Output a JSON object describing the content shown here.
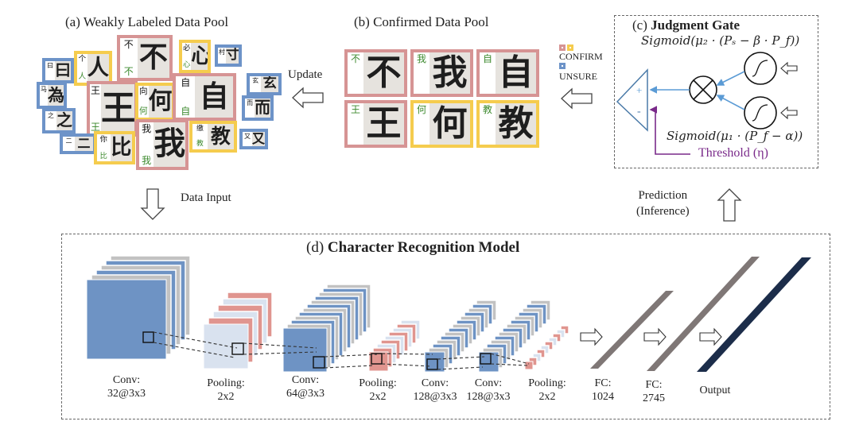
{
  "panel_a": {
    "title_prefix": "(a)",
    "title": "Weakly Labeled Data Pool",
    "tiles": [
      {
        "orig": "曰",
        "pred": "",
        "glyph": "曰",
        "status": "unsure"
      },
      {
        "orig": "个",
        "pred": "人",
        "glyph": "人",
        "status": "confirm_yellow"
      },
      {
        "orig": "不",
        "pred": "不",
        "glyph": "不",
        "status": "confirm_red"
      },
      {
        "orig": "必",
        "pred": "心",
        "glyph": "心",
        "status": "confirm_yellow"
      },
      {
        "orig": "村",
        "pred": "",
        "glyph": "寸",
        "status": "unsure"
      },
      {
        "orig": "马",
        "pred": "",
        "glyph": "為",
        "status": "unsure"
      },
      {
        "orig": "王",
        "pred": "王",
        "glyph": "王",
        "status": "confirm_red"
      },
      {
        "orig": "向",
        "pred": "何",
        "glyph": "何",
        "status": "confirm_yellow"
      },
      {
        "orig": "自",
        "pred": "自",
        "glyph": "自",
        "status": "confirm_red"
      },
      {
        "orig": "玄",
        "pred": "",
        "glyph": "玄",
        "status": "unsure"
      },
      {
        "orig": "之",
        "pred": "",
        "glyph": "之",
        "status": "unsure"
      },
      {
        "orig": "而",
        "pred": "",
        "glyph": "而",
        "status": "unsure"
      },
      {
        "orig": "二",
        "pred": "",
        "glyph": "二",
        "status": "unsure"
      },
      {
        "orig": "你",
        "pred": "比",
        "glyph": "比",
        "status": "confirm_yellow"
      },
      {
        "orig": "我",
        "pred": "我",
        "glyph": "我",
        "status": "confirm_red"
      },
      {
        "orig": "缴",
        "pred": "教",
        "glyph": "教",
        "status": "confirm_yellow"
      },
      {
        "orig": "又",
        "pred": "",
        "glyph": "又",
        "status": "unsure"
      }
    ]
  },
  "update_label": "Update",
  "panel_b": {
    "title_prefix": "(b)",
    "title": "Confirmed Data Pool",
    "tiles": [
      {
        "pred": "不",
        "glyph": "不",
        "status": "confirm_red"
      },
      {
        "pred": "我",
        "glyph": "我",
        "status": "confirm_red"
      },
      {
        "pred": "自",
        "glyph": "自",
        "status": "confirm_red"
      },
      {
        "pred": "王",
        "glyph": "王",
        "status": "confirm_red"
      },
      {
        "pred": "何",
        "glyph": "何",
        "status": "confirm_yellow"
      },
      {
        "pred": "教",
        "glyph": "教",
        "status": "confirm_yellow"
      }
    ]
  },
  "legend": {
    "confirm": "CONFIRM",
    "unsure": "UNSURE",
    "colors": {
      "confirm_red": "#d69494",
      "confirm_yellow": "#f5cc4e",
      "unsure": "#6d93c8"
    }
  },
  "panel_c": {
    "title_prefix": "(c)",
    "title": "Judgment Gate",
    "formula_top": "Sigmoid(μ₂ · (Pₛ − β · P_f))",
    "formula_bottom": "Sigmoid(μ₁ · (P_f − α))",
    "threshold": "Threshold (η)",
    "plus": "+",
    "minus": "-",
    "colors": {
      "signal": "#5b9bd5",
      "threshold": "#7a2a8a",
      "comparator": "#4a7aa8"
    }
  },
  "data_input_label": "Data Input",
  "prediction_label_1": "Prediction",
  "prediction_label_2": "(Inference)",
  "panel_d": {
    "title_prefix": "(d)",
    "title": "Character Recognition Model",
    "layers": [
      {
        "line1": "Conv:",
        "line2": "32@3x3"
      },
      {
        "line1": "Pooling:",
        "line2": "2x2"
      },
      {
        "line1": "Conv:",
        "line2": "64@3x3"
      },
      {
        "line1": "Pooling:",
        "line2": "2x2"
      },
      {
        "line1": "Conv:",
        "line2": "128@3x3"
      },
      {
        "line1": "Conv:",
        "line2": "128@3x3"
      },
      {
        "line1": "Pooling:",
        "line2": "2x2"
      },
      {
        "line1": "FC:",
        "line2": "1024"
      },
      {
        "line1": "FC:",
        "line2": "2745"
      },
      {
        "line1": "Output",
        "line2": ""
      }
    ],
    "colors": {
      "conv": "#6e93c4",
      "conv_alt": "#c2c2c2",
      "pool": "#d9e2ef",
      "pool_alt": "#e0958f",
      "fc": "#7f7776",
      "output": "#1c2d4a"
    }
  }
}
